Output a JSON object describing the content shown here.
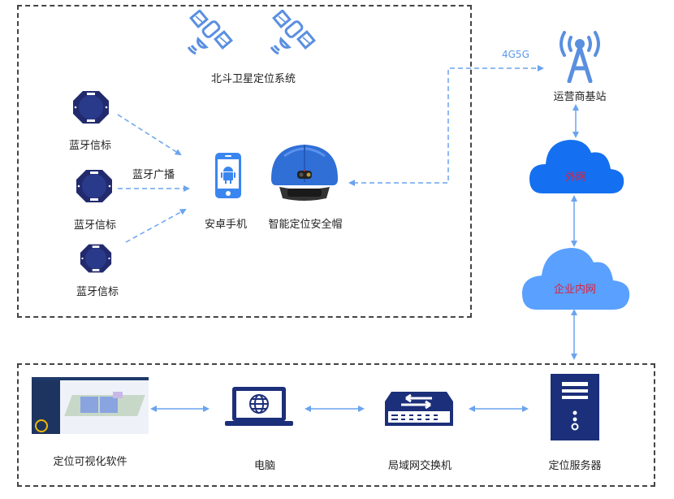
{
  "diagram": {
    "top_group": {
      "satellite_label": "北斗卫星定位系统",
      "beacons": [
        {
          "label": "蓝牙信标"
        },
        {
          "label": "蓝牙信标"
        },
        {
          "label": "蓝牙信标"
        }
      ],
      "broadcast_label": "蓝牙广播",
      "phone_label": "安卓手机",
      "helmet_label": "智能定位安全帽"
    },
    "network": {
      "signal_label": "4G5G",
      "base_station_label": "运营商基站",
      "external_net_label": "外网",
      "intranet_label": "企业内网"
    },
    "bottom_group": {
      "software_label": "定位可视化软件",
      "computer_label": "电脑",
      "switch_label": "局域网交换机",
      "server_label": "定位服务器"
    },
    "colors": {
      "icon_blue": "#5a8fe0",
      "navy": "#1c2f7a",
      "arrow_blue": "#6aa4ee",
      "cloud_dark": "#1470f0",
      "cloud_light": "#5aa0ff",
      "cloud_text": "#e0203a",
      "dashed_border": "#444444"
    }
  }
}
